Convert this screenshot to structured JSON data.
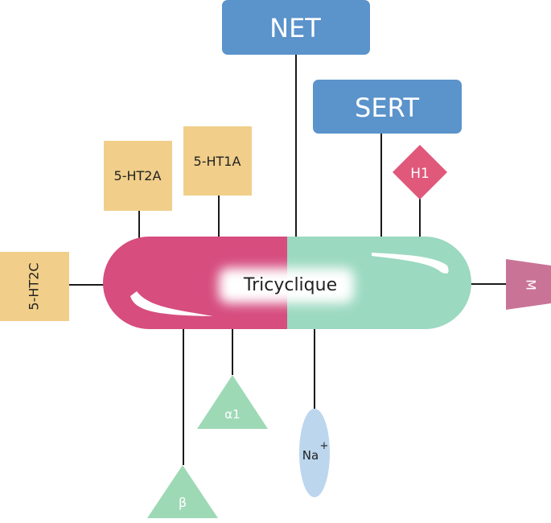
{
  "diagram": {
    "center_label": "Tricyclique",
    "targets": {
      "net": "NET",
      "sert": "SERT",
      "h1": "H1",
      "ht2a": "5-HT2A",
      "ht1a": "5-HT1A",
      "ht2c": "5-HT2C",
      "m": "M",
      "alpha1": "α1",
      "beta": "β",
      "na": "Na",
      "na_sup": "+"
    },
    "colors": {
      "capsule_left": "#d64d7e",
      "capsule_right": "#9bd9c0",
      "transporter": "#5b93cb",
      "serotonin_receptor": "#f1cf8a",
      "histamine": "#e0587a",
      "muscarinic": "#c97497",
      "adrenergic": "#9ed9b6",
      "sodium_channel": "#bcd6ee",
      "line": "#1a1a1a"
    }
  }
}
